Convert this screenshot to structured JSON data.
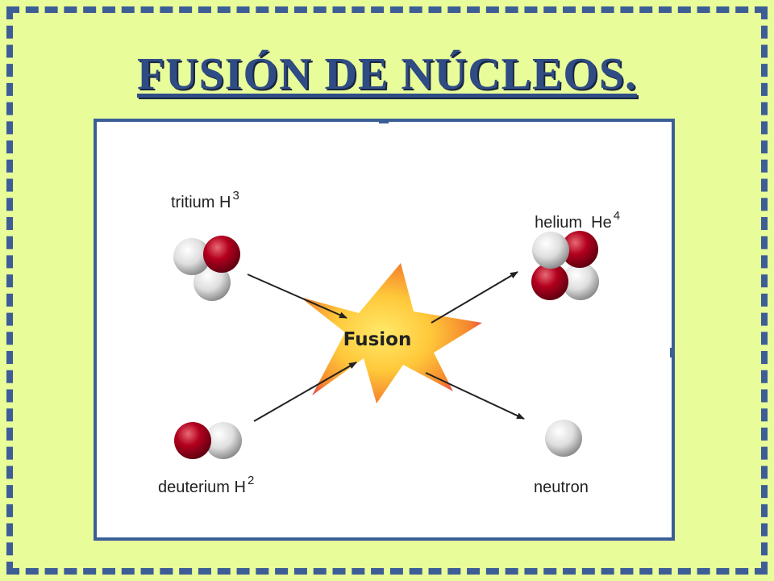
{
  "slide": {
    "title": "FUSIÓN DE NÚCLEOS."
  },
  "diagram": {
    "center_label": "Fusion",
    "reactants": [
      {
        "name": "tritium H",
        "mass_number": "3"
      },
      {
        "name": "deuterium H",
        "mass_number": "2"
      }
    ],
    "products": [
      {
        "name": "helium  He",
        "mass_number": "4"
      },
      {
        "name": "neutron",
        "mass_number": ""
      }
    ]
  },
  "colors": {
    "background": "#e8fc9a",
    "border": "#3c5d96",
    "title": "#2f4c84",
    "proton": "#b3001e",
    "neutron": "#e2e2e2",
    "star_core": "#ffd43a",
    "star_edge": "#e8364f"
  }
}
